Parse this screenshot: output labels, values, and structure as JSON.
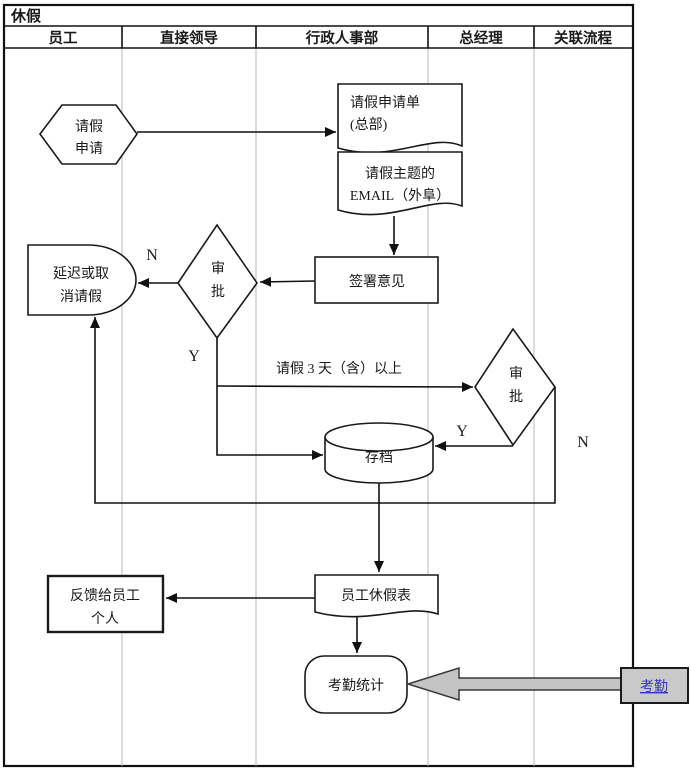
{
  "header": {
    "title": "休假",
    "columns": [
      "员工",
      "直接领导",
      "行政人事部",
      "总经理",
      "关联流程"
    ]
  },
  "flow": {
    "leave_request": {
      "line1": "请假",
      "line2": "申请"
    },
    "leave_form_hq": {
      "line1": "请假申请单",
      "line2": "(总部)"
    },
    "leave_email": {
      "line1": "请假主题的",
      "line2": "EMAIL（外阜）"
    },
    "sign_opinion": {
      "label": "签署意见"
    },
    "leader_approval": {
      "line1": "审",
      "line2": "批"
    },
    "delay_or_cancel": {
      "line1": "延迟或取",
      "line2": "消请假"
    },
    "condition": {
      "label": "请假 3 天（含）以上"
    },
    "gm_approval": {
      "line1": "审",
      "line2": "批"
    },
    "archive": {
      "label": "存档"
    },
    "vacation_sheet": {
      "label": "员工休假表"
    },
    "feedback": {
      "line1": "反馈给员工",
      "line2": "个人"
    },
    "attendance_stats": {
      "label": "考勤统计"
    },
    "related_link": {
      "label": "考勤"
    }
  },
  "branch_labels": {
    "approval1_no": "N",
    "approval1_yes": "Y",
    "approval2_yes": "Y",
    "approval2_no": "N"
  },
  "colors": {
    "link_blue": "#3535c1",
    "related_box_gray": "#c9c9c9",
    "block_arrow_gray": "#c4c4c4",
    "lane_line_gray": "#b8b8b8",
    "ink_black": "#1a1a1a"
  }
}
